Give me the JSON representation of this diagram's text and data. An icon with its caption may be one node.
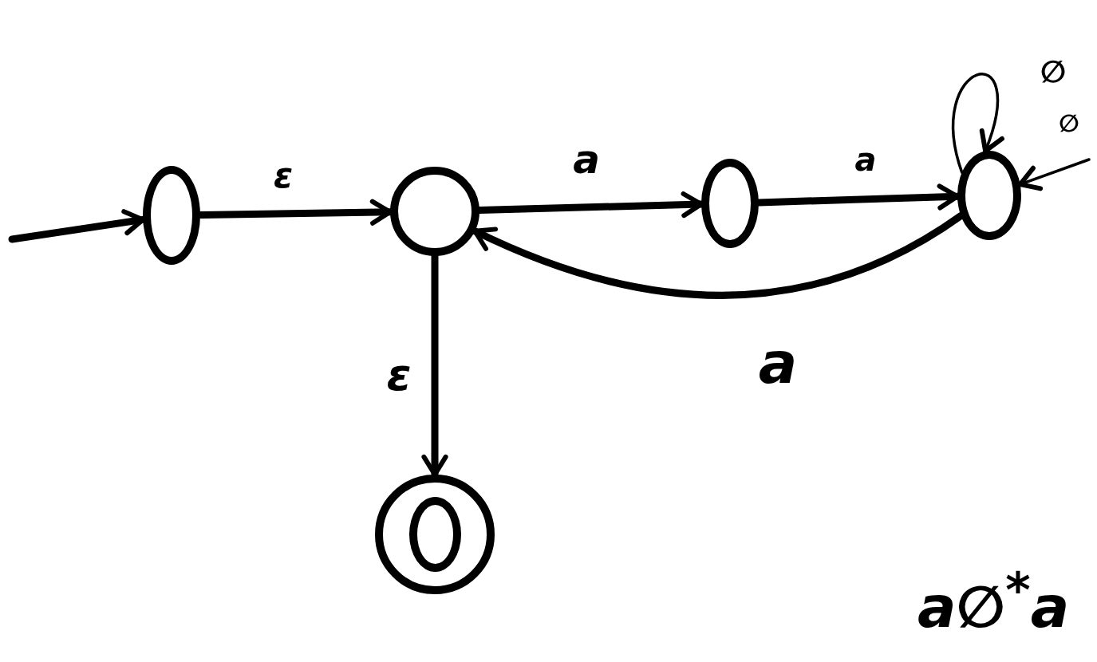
{
  "diagram": {
    "nodes": [
      {
        "text": [],
        "shape": "circle"
      },
      {
        "text": [],
        "shape": "circle"
      },
      {
        "text": [],
        "shape": "circle"
      },
      {
        "text": [],
        "shape": "circle"
      },
      {
        "text": [],
        "shape": "double-circle"
      }
    ],
    "edges": [
      {
        "from": null,
        "to": 0,
        "arrow": "to"
      },
      {
        "from": 0,
        "to": 1,
        "arrow": "to",
        "label": "ε"
      },
      {
        "from": 1,
        "to": 2,
        "arrow": "to",
        "label": "a"
      },
      {
        "from": 2,
        "to": 3,
        "arrow": "to",
        "label": "a"
      },
      {
        "from": 3,
        "to": 1,
        "arrow": "to",
        "label": "a"
      },
      {
        "from": 1,
        "to": 4,
        "arrow": "to",
        "label": "ε"
      },
      {
        "from": 3,
        "to": 3,
        "arrow": "to",
        "label": "∅"
      },
      {
        "from": null,
        "to": 3,
        "arrow": "to",
        "label": "∅"
      }
    ],
    "labels": [
      "a∅$^{*}$a"
    ]
  }
}
